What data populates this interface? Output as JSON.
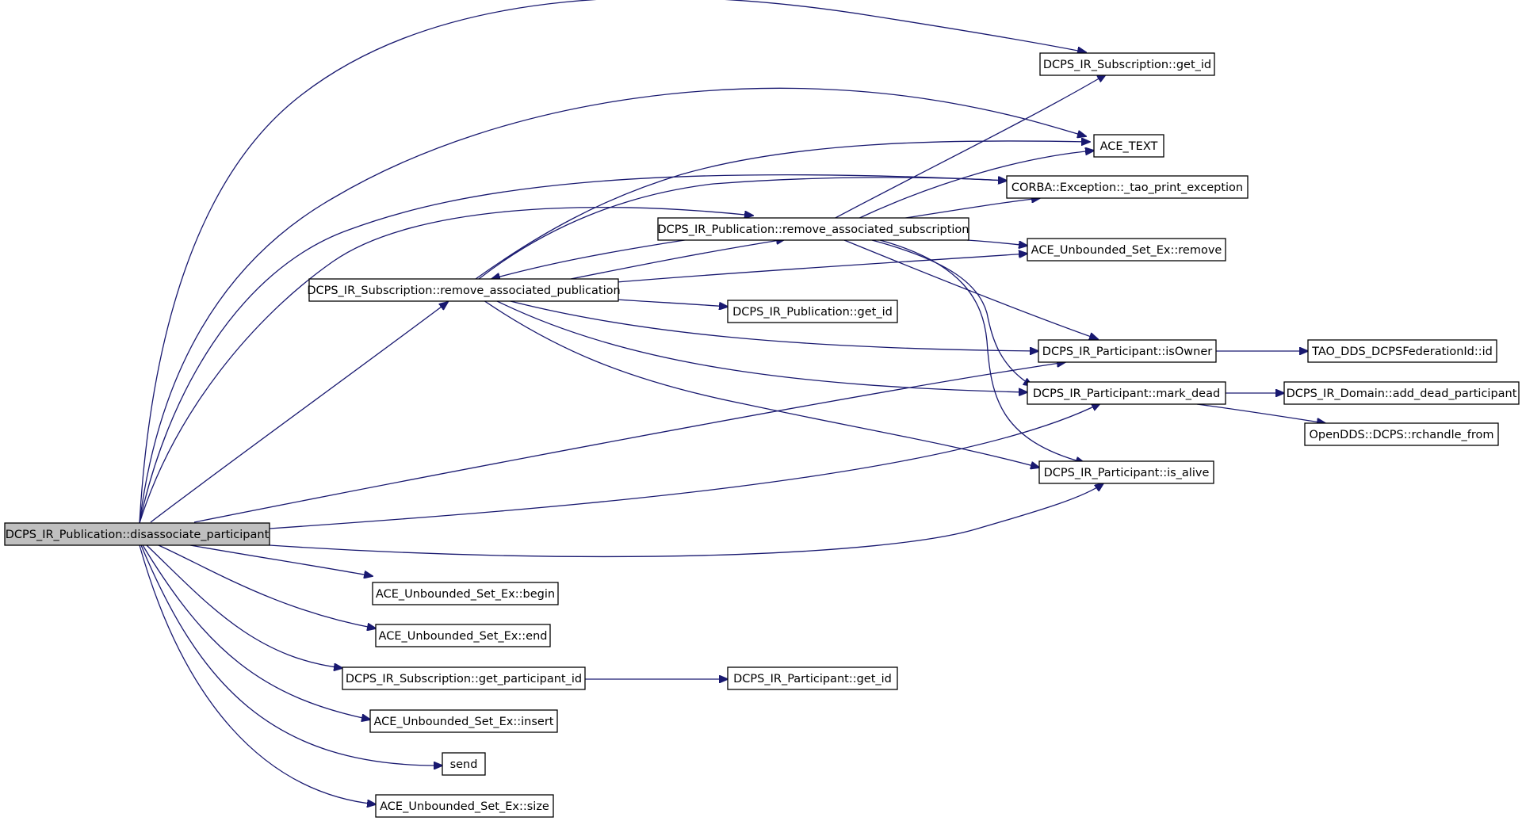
{
  "graph": {
    "root": "DCPS_IR_Publication::disassociate_participant",
    "colors": {
      "edge": "#191970",
      "node_fill": "#ffffff",
      "root_fill": "#bfbfbf",
      "node_border": "#000000"
    },
    "nodes": {
      "root": "DCPS_IR_Publication::disassociate_participant",
      "sub_get_id": "DCPS_IR_Subscription::get_id",
      "ace_text": "ACE_TEXT",
      "tao_print": "CORBA::Exception::_tao_print_exception",
      "pub_remove": "DCPS_IR_Publication::remove_associated_subscription",
      "set_remove": "ACE_Unbounded_Set_Ex::remove",
      "sub_remove": "DCPS_IR_Subscription::remove_associated_publication",
      "pub_get_id": "DCPS_IR_Publication::get_id",
      "is_owner": "DCPS_IR_Participant::isOwner",
      "fed_id": "TAO_DDS_DCPSFederationId::id",
      "mark_dead": "DCPS_IR_Participant::mark_dead",
      "add_dead": "DCPS_IR_Domain::add_dead_participant",
      "rchandle": "OpenDDS::DCPS::rchandle_from",
      "is_alive": "DCPS_IR_Participant::is_alive",
      "set_begin": "ACE_Unbounded_Set_Ex::begin",
      "set_end": "ACE_Unbounded_Set_Ex::end",
      "get_part_id": "DCPS_IR_Subscription::get_participant_id",
      "part_get_id": "DCPS_IR_Participant::get_id",
      "set_insert": "ACE_Unbounded_Set_Ex::insert",
      "send": "send",
      "set_size": "ACE_Unbounded_Set_Ex::size"
    }
  }
}
